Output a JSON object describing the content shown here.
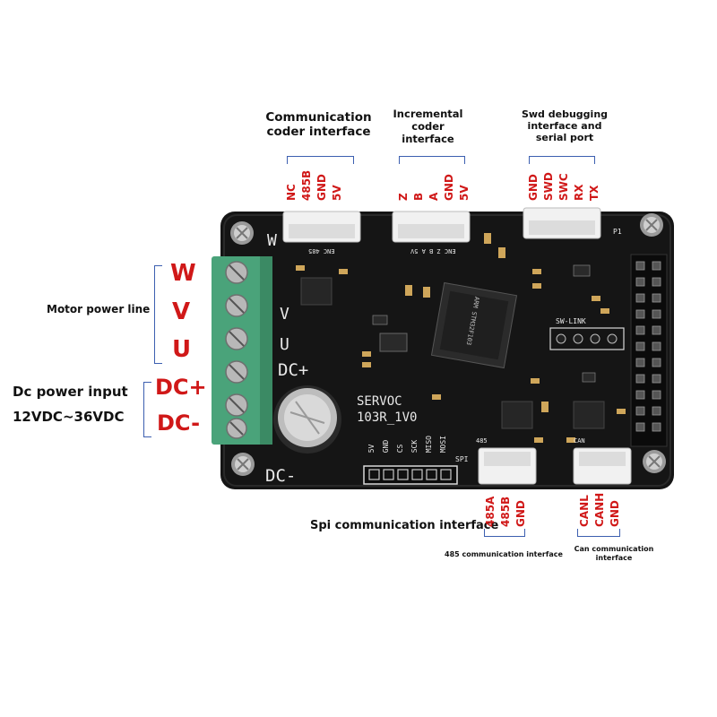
{
  "labels": {
    "comm_coder": "Communication\ncoder interface",
    "incremental": "Incremental\ncoder\ninterface",
    "swd": "Swd debugging\ninterface and\nserial port",
    "motor_power": "Motor power line",
    "dc_power_line1": "Dc power input",
    "dc_power_line2": "12VDC~36VDC",
    "spi": "Spi communication interface",
    "rs485": "485 communication interface",
    "can": "Can communication\ninterface"
  },
  "pins": {
    "comm_coder": [
      "5V",
      "GND",
      "485B",
      "NC"
    ],
    "incremental": [
      "5V",
      "GND",
      "A",
      "B",
      "Z"
    ],
    "swd": [
      "TX",
      "RX",
      "SWC",
      "SWD",
      "GND"
    ],
    "rs485": [
      "GND",
      "485B",
      "485A"
    ],
    "can": [
      "GND",
      "CANH",
      "CANL"
    ]
  },
  "terminals": {
    "phases": [
      "W",
      "V",
      "U"
    ],
    "dc": [
      "DC+",
      "DC-"
    ]
  },
  "silkscreen": {
    "board_name": "SERVOC",
    "board_rev": "103R_1V0",
    "w": "W",
    "v": "V",
    "u": "U",
    "dcplus": "DC+",
    "dcminus": "DC-",
    "spi_pins": [
      "5V",
      "GND",
      "CS",
      "SCK",
      "MISO",
      "MOSI"
    ],
    "spi_tag": "SPI",
    "sw_link": "SW-LINK",
    "enc485": "ENC 485",
    "enc": "ENC Z B A 5V",
    "p1": "P1",
    "can_tag": "CAN",
    "rs485_tag": "485",
    "mcu": "ARM STM32F103"
  },
  "colors": {
    "pin_text": "#d01818",
    "bracket": "#3c5fb0",
    "terminal_block": "#4aa37a",
    "pcb": "#151515"
  }
}
